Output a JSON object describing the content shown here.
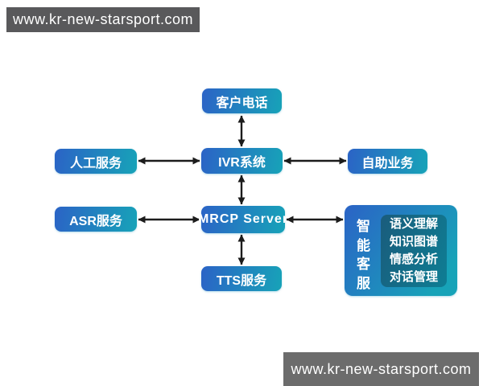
{
  "watermark_top": {
    "text": "www.kr-new-starsport.com"
  },
  "watermark_bottom": {
    "text": "www.kr-new-starsport.com"
  },
  "diagram": {
    "nodes": [
      {
        "id": "customer-phone",
        "label": "客户电话"
      },
      {
        "id": "manual-service",
        "label": "人工服务"
      },
      {
        "id": "ivr",
        "label": "IVR系统"
      },
      {
        "id": "self-service",
        "label": "自助业务"
      },
      {
        "id": "asr",
        "label": "ASR服务"
      },
      {
        "id": "mrcp",
        "label": "MRCP Server"
      },
      {
        "id": "tts",
        "label": "TTS服务"
      }
    ],
    "smart_service": {
      "vertical_label": "智能客服",
      "items": [
        "语义理解",
        "知识图谱",
        "情感分析",
        "对话管理"
      ]
    },
    "connections": [
      {
        "from": "客户电话",
        "to": "IVR系统",
        "bidirectional": true
      },
      {
        "from": "人工服务",
        "to": "IVR系统",
        "bidirectional": true
      },
      {
        "from": "IVR系统",
        "to": "自助业务",
        "bidirectional": true
      },
      {
        "from": "IVR系统",
        "to": "MRCP Server",
        "bidirectional": true
      },
      {
        "from": "ASR服务",
        "to": "MRCP Server",
        "bidirectional": true
      },
      {
        "from": "MRCP Server",
        "to": "TTS服务",
        "bidirectional": true
      },
      {
        "from": "MRCP Server",
        "to": "智能客服",
        "bidirectional": true
      }
    ]
  },
  "colors": {
    "box_blue": "#2b63c6",
    "box_teal": "#17a3b8",
    "panel_dark_start": "#1a5c7c",
    "panel_dark_end": "#0e7e94",
    "banner_top_bg": "#59595b",
    "banner_bottom_bg": "#6c6c6c",
    "arrow": "#1c1c1c"
  }
}
